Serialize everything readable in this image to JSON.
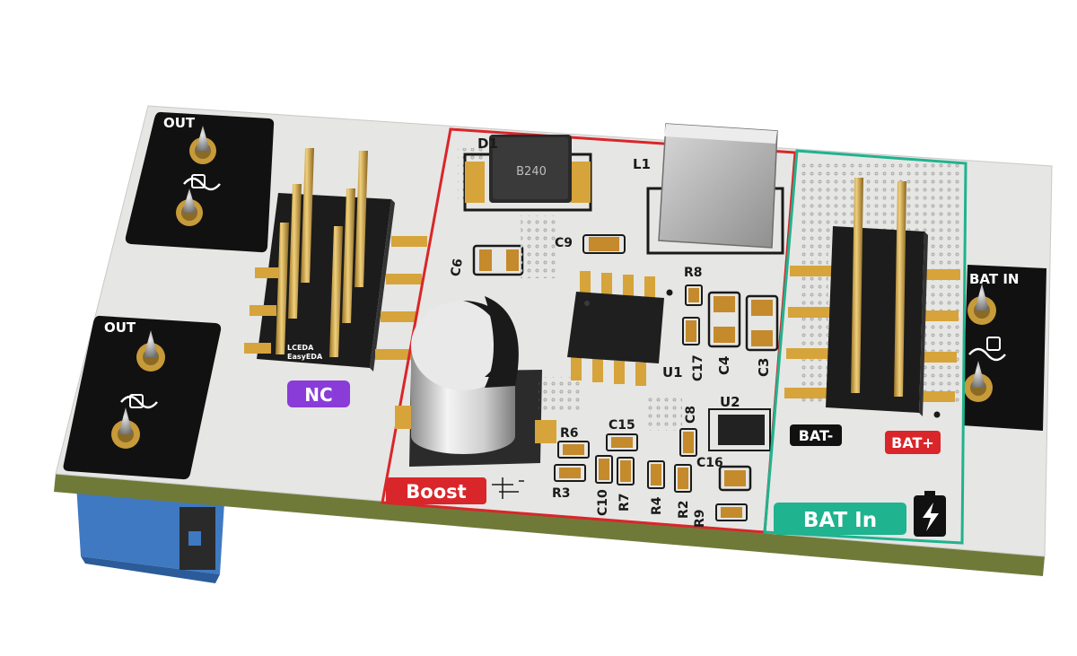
{
  "out_labels": [
    "OUT",
    "OUT"
  ],
  "bat_in_label": "BAT IN",
  "nc_label": "NC",
  "boost_label": "Boost",
  "bat_in_box_label": "BAT In",
  "bat_minus_label": "BAT-",
  "bat_plus_label": "BAT+",
  "diode_marking": "B240",
  "header_logo_text": [
    "LCEDA",
    "EasyEDA"
  ],
  "designators": {
    "d1": "D1",
    "l1": "L1",
    "c9": "C9",
    "c6": "C6",
    "r8": "R8",
    "u1": "U1",
    "c17": "C17",
    "c4": "C4",
    "c3": "C3",
    "u2": "U2",
    "c8": "C8",
    "c15": "C15",
    "r6": "R6",
    "r3": "R3",
    "c10": "C10",
    "r7": "R7",
    "r4": "R4",
    "r2": "R2",
    "c16": "C16",
    "r9": "R9"
  },
  "colors": {
    "board": "#e6e6e4",
    "board_edge": "#6f7a39",
    "solder_mask_black": "#111111",
    "boost_outline": "#d9262a",
    "bat_in_outline": "#1fb38f",
    "nc_badge": "#8a3cd8",
    "bat_plus_badge": "#d9262a",
    "gold_pad": "#d6a43a",
    "terminal_blue": "#3f79c2"
  }
}
